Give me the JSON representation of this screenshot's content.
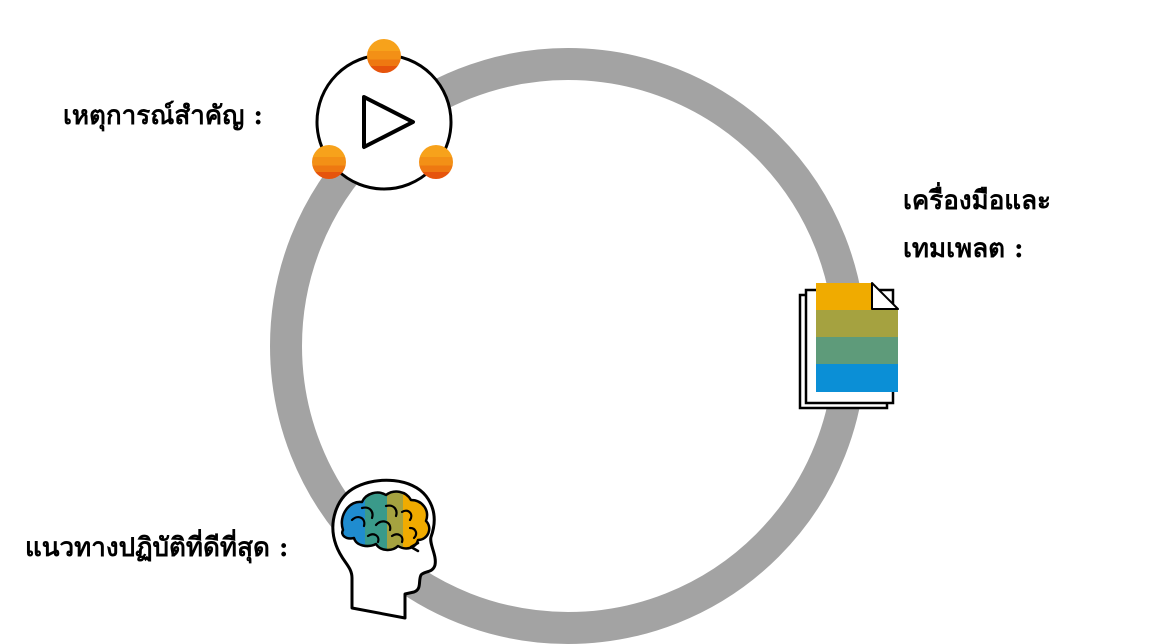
{
  "labels": {
    "events": "เหตุการณ์สำคัญ :",
    "tools_line1": "เครื่องมือและ",
    "tools_line2": "เทมเพลต :",
    "best_practices": "แนวทางปฏิบัติที่ดีที่สุด :"
  },
  "colors": {
    "ring": "#a3a3a3",
    "orange_light": "#f7a21b",
    "orange_dark": "#e6540c",
    "doc_band_1": "#f0ab00",
    "doc_band_2": "#a5a240",
    "doc_band_3": "#5e9b7a",
    "doc_band_4": "#0b8fd6",
    "brain_blue": "#1f8ccf",
    "brain_teal": "#3a9a8a",
    "brain_olive": "#a5a240",
    "brain_gold": "#f0ab00"
  },
  "icons": {
    "events": "play-cycle-icon",
    "tools": "documents-stack-icon",
    "best_practices": "head-brain-icon"
  }
}
